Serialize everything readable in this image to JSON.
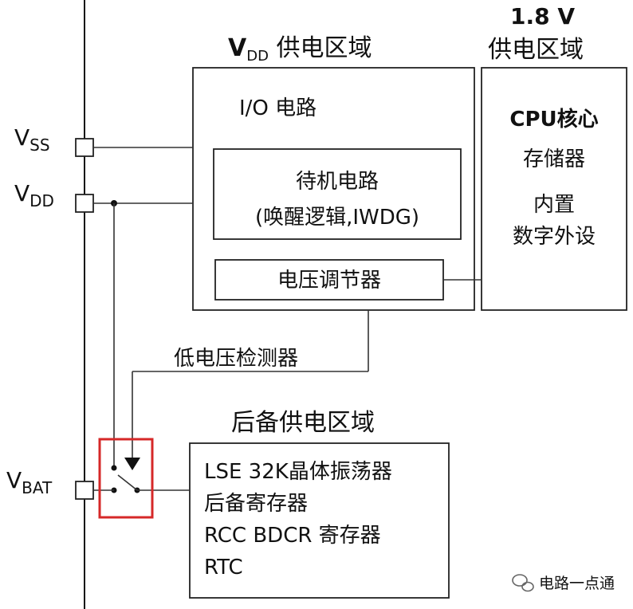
{
  "domains": {
    "vdd_title_main": "V",
    "vdd_title_sub": "DD",
    "vdd_title_rest": " 供电区域",
    "v18_title_line1": "1.8 V",
    "v18_title_line2": "供电区域",
    "backup_title": "后备供电区域"
  },
  "pins": {
    "vss_main": "V",
    "vss_sub": "SS",
    "vdd_main": "V",
    "vdd_sub": "DD",
    "vbat_main": "V",
    "vbat_sub": "BAT"
  },
  "vdd_domain": {
    "io_label": "I/O 电路",
    "standby_line1": "待机电路",
    "standby_line2": "(唤醒逻辑,IWDG)",
    "regulator_label": "电压调节器"
  },
  "core_domain": {
    "line1": "CPU核心",
    "line2": "存储器",
    "line3": "内置",
    "line4": "数字外设"
  },
  "detector_label": "低电压检测器",
  "backup_domain": {
    "items": [
      "LSE 32K晶体振荡器",
      "后备寄存器",
      "RCC BDCR 寄存器",
      "RTC"
    ]
  },
  "watermark": "电路一点通",
  "colors": {
    "highlight": "#d62828",
    "line": "#111111"
  }
}
